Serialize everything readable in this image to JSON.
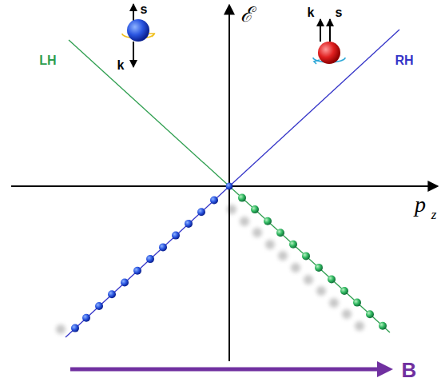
{
  "diagram": {
    "labels": [
      "LH",
      "RH",
      "s",
      "k",
      "k",
      "s",
      "ℰ",
      "p",
      "z",
      "B"
    ]
  }
}
